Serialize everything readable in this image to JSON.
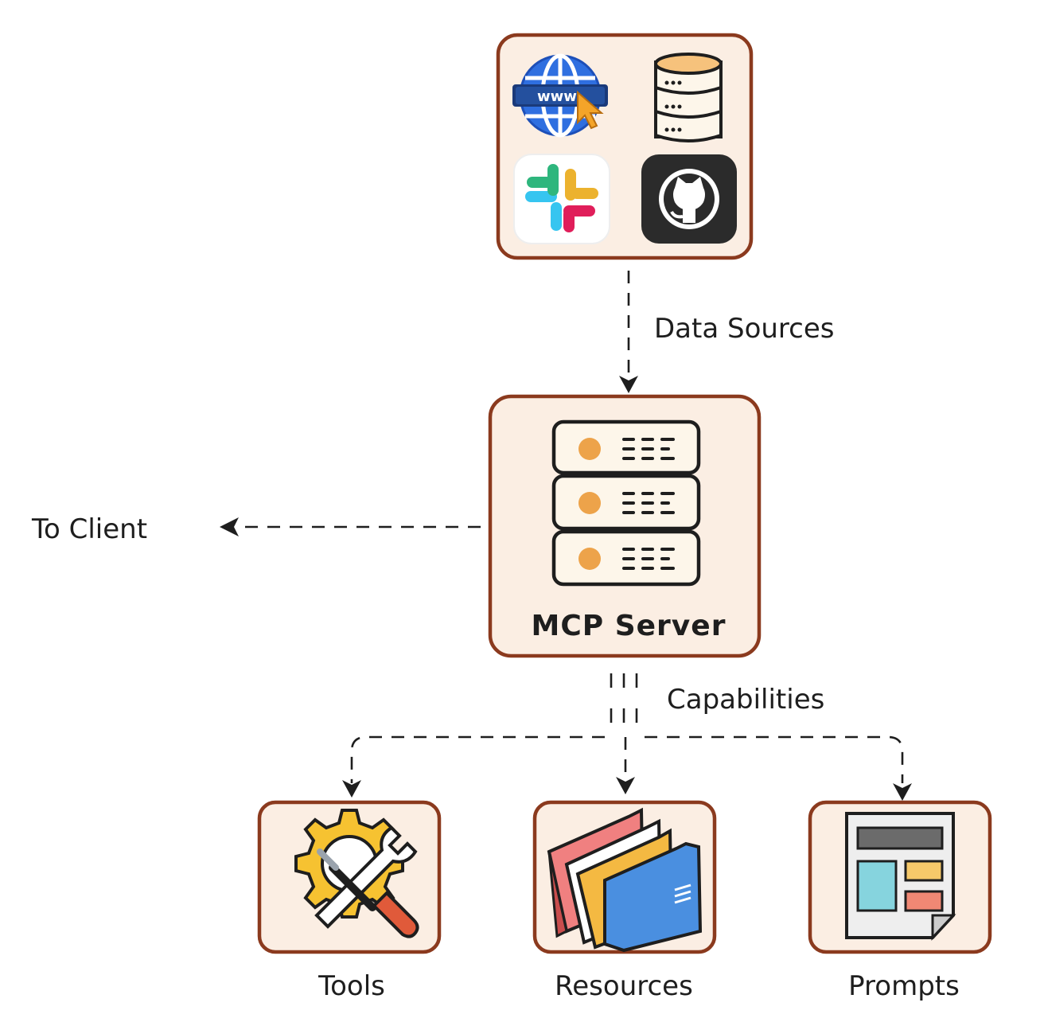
{
  "nodes": {
    "data_sources_box": {
      "icons": [
        "www-globe-icon",
        "database-icon",
        "slack-icon",
        "github-icon"
      ],
      "www_text": "www"
    },
    "server": {
      "title": "MCP Server",
      "icon": "server-rack-icon"
    },
    "tools": {
      "label": "Tools",
      "icon": "tools-icon"
    },
    "resources": {
      "label": "Resources",
      "icon": "folders-icon"
    },
    "prompts": {
      "label": "Prompts",
      "icon": "prompt-document-icon"
    }
  },
  "edges": {
    "data_sources": {
      "label": "Data Sources"
    },
    "to_client": {
      "label": "To Client"
    },
    "capabilities": {
      "label": "Capabilities"
    }
  },
  "colors": {
    "box_fill": "#fbeee3",
    "box_stroke": "#8b3a1e",
    "accent_orange": "#eda34a",
    "line": "#1e1e1e"
  }
}
